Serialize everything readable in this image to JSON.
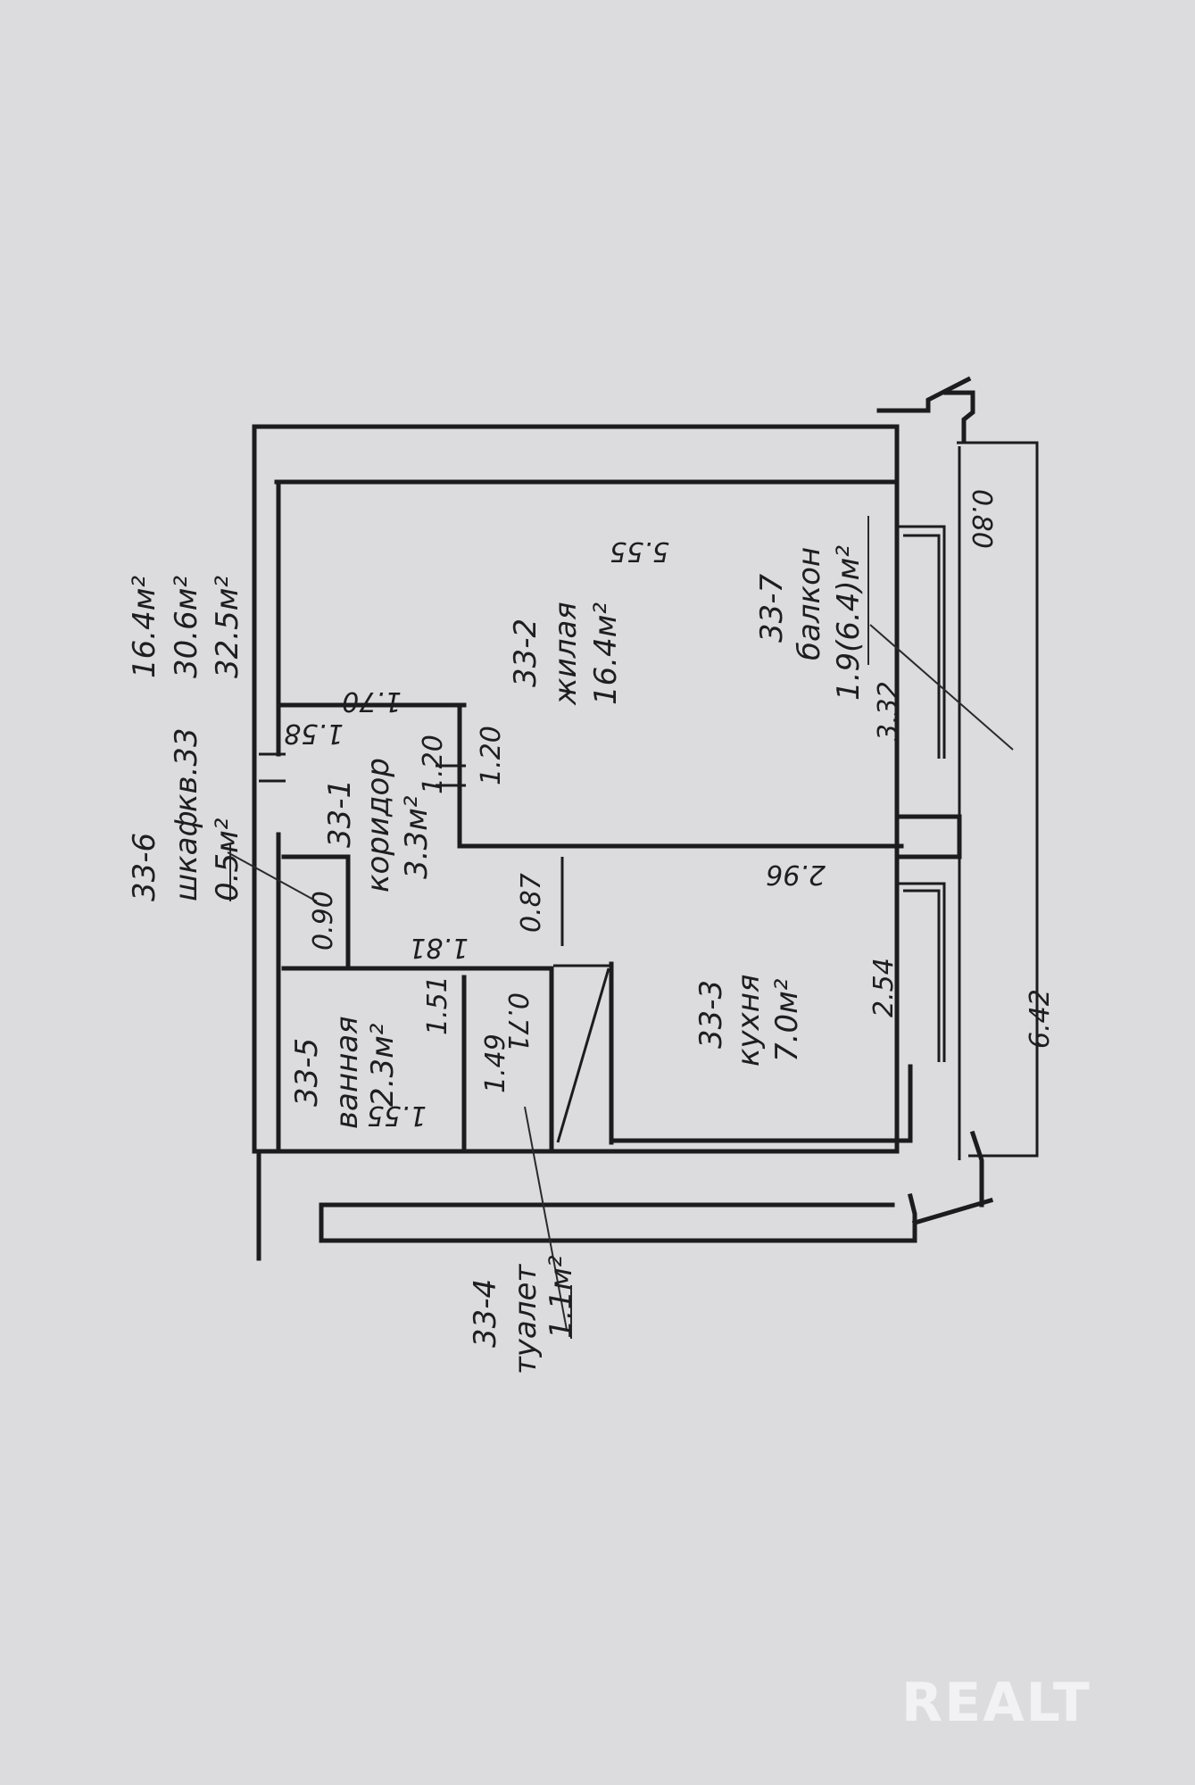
{
  "summary": {
    "apartment": "кв.33",
    "areas": [
      "16.4м²",
      "30.6м²",
      "32.5м²"
    ]
  },
  "rooms": {
    "corridor": {
      "code": "33-1",
      "name": "коридор",
      "area": "3.3м²"
    },
    "living": {
      "code": "33-2",
      "name": "жилая",
      "area": "16.4м²"
    },
    "kitchen": {
      "code": "33-3",
      "name": "кухня",
      "area": "7.0м²"
    },
    "toilet": {
      "code": "33-4",
      "name": "туалет",
      "area": "1.1м²"
    },
    "bathroom": {
      "code": "33-5",
      "name": "ванная",
      "area": "2.3м²"
    },
    "closet": {
      "code": "33-6",
      "name": "шкаф",
      "area": "0.5м²"
    },
    "balcony": {
      "code": "33-7",
      "name": "балкон",
      "area": "1.9(6.4)м²"
    }
  },
  "dimensions": {
    "living_length": "5.55",
    "living_width": "3.32",
    "corridor_length": "1.70",
    "corridor_width": "1.58",
    "opening_a": "1.20",
    "opening_b": "1.20",
    "closet_width": "0.90",
    "passage": "0.87",
    "hall_length": "1.81",
    "bath_length": "1.51",
    "bath_width": "1.55",
    "toilet_length": "1.49",
    "toilet_width": "0.71",
    "kitchen_length": "2.96",
    "kitchen_width": "2.54",
    "balcony_depth": "0.80",
    "balcony_length": "6.42"
  },
  "watermark": "REALT"
}
